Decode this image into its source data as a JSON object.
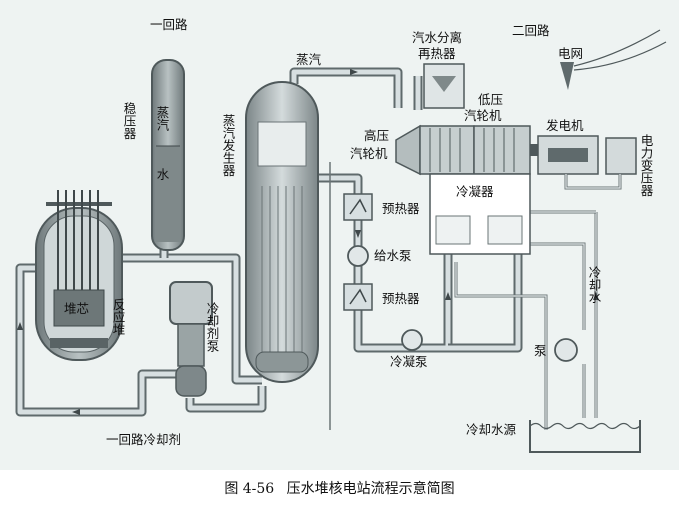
{
  "labels": {
    "primary_loop": "一回路",
    "secondary_loop": "二回路",
    "pressurizer": "稳压器",
    "steam_in_pressurizer": "蒸汽",
    "water": "水",
    "steam_generator": "蒸汽发生器",
    "steam": "蒸汽",
    "separator_reheater_line1": "汽水分离",
    "separator_reheater_line2": "再热器",
    "hp_turbine_line1": "高压",
    "hp_turbine_line2": "汽轮机",
    "lp_turbine_line1": "低压",
    "lp_turbine_line2": "汽轮机",
    "generator": "发电机",
    "power_grid": "电网",
    "power_transformer": "电力变压器",
    "condenser": "冷凝器",
    "preheater_upper": "预热器",
    "feed_pump": "给水泵",
    "preheater_lower": "预热器",
    "condensate_pump": "冷凝泵",
    "cooling_water": "冷却水",
    "pump": "泵",
    "cooling_water_source": "冷却水源",
    "core": "堆芯",
    "reactor": "反应堆",
    "coolant_pump": "冷却剂泵",
    "primary_coolant": "一回路冷却剂"
  },
  "caption": {
    "figure_number": "图 4-56",
    "title": "压水堆核电站流程示意简图"
  },
  "colors": {
    "pipe": "#5f6a6c",
    "background": "#eef3f2",
    "vessel": "#8c9697",
    "water": "#7f898a"
  }
}
